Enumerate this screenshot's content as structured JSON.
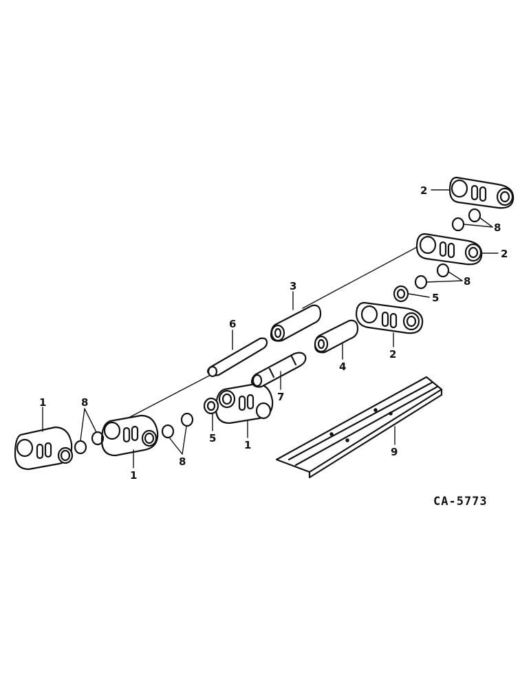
{
  "callouts": {
    "link_left": "1",
    "link_left_lower": "1",
    "link_mid": "1",
    "link_lower_right": "2",
    "link_upper_right": "2",
    "link_top": "2",
    "bushing": "3",
    "sleeve": "4",
    "seal_right": "5",
    "seal_left": "5",
    "pin_long": "6",
    "pin_master": "7",
    "spacers_left": "8",
    "spacers_mid": "8",
    "spacers_right": "8",
    "spacers_top": "8",
    "shoe": "9"
  },
  "reference": "CA-5773"
}
